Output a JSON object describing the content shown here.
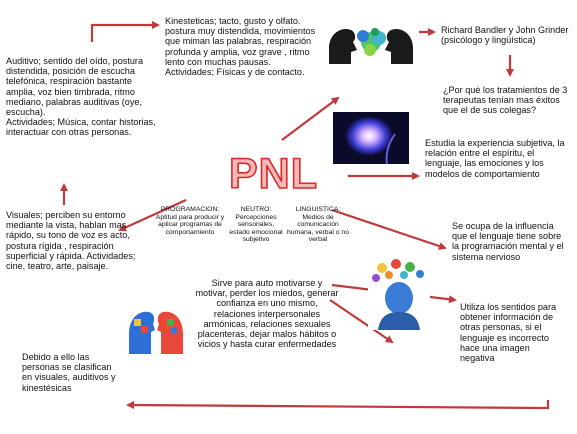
{
  "title": "PNL",
  "nodes": {
    "auditivo": "Auditivo; sentido del oído, postura distendida, posición de escucha telefónica, respiración bastante amplia, voz bien timbrada, ritmo mediano, palabras auditivas (oye, escucha).\nActividades; Música, contar historias, interactuar con otras personas.",
    "kinestesicas": "Kinesteticas; tacto, gusto y olfato. postura muy distendida, movimientos que miman las palabras, respiración profunda y amplia, voz grave , ritmo lento con muchas pausas.\nActividades; Físicas y de contacto.",
    "bandler": "Richard Bandler y John Grinder (psicólogo y lingüística)",
    "pregunta": "¿Por qué los tratamientos de 3 terapeutas tenían mas éxitos que el de sus colegas?",
    "estudia": "Estudia la experiencia subjetiva, la relación entre el espíritu, el lenguaje, las emociones y los modelos de comportamiento",
    "visuales": "Visuales; perciben su entorno mediante la vista, hablan mas rápido, su tono de voz es acto, postura rígida , respiración superficial y rápida. Actividades; cine, teatro, arte, paisaje.",
    "programacion": "PROGRAMACION:\nAptitud para producir y aplicar programas de comportamiento",
    "neutro": "NEUTRO:\nPercepciones sensoriales, estado emocional subjetivo",
    "linguistica": "LINGUISTICA:\nMedios de comunicación humana, verbal o no verbal",
    "influencia": "Se ocupa de la influencia que el lenguaje tiene sobre la programación mental y el sistema nervioso",
    "motivarse": "Sirve para auto motivarse y motivar, perder los miedos, generar confianza en uno mismo, relaciones interpersonales armónicas, relaciones sexuales placenteras, dejar malos hábitos o vicios y hasta curar enfermedades",
    "sentidos": "Utiliza los sentidos para obtener información de otras personas, si el lenguaje es incorrecto hace una imagen negativa",
    "debido": "Debido a ello las personas se clasifican en visuales, auditivos y kinestésicas"
  },
  "colors": {
    "arrow": "#c0393b",
    "title_fill": "#f4b8b8",
    "title_stroke": "#d92b2b"
  }
}
